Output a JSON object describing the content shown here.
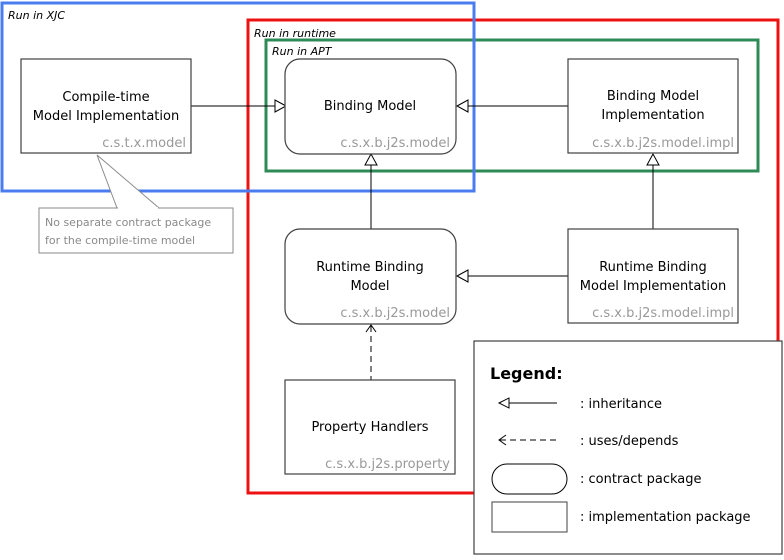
{
  "colors": {
    "xjc_region": "#4a7cf0",
    "runtime_region": "#ee1111",
    "apt_region": "#2e8b57",
    "box_border": "#404040",
    "package_text": "#999999",
    "note_text": "#8a8a8a"
  },
  "regions": {
    "xjc": {
      "label": "Run in XJC"
    },
    "runtime": {
      "label": "Run in runtime"
    },
    "apt": {
      "label": "Run in APT"
    }
  },
  "nodes": {
    "compile_time_impl": {
      "kind": "implementation",
      "title_lines": [
        "Compile-time",
        "Model Implementation"
      ],
      "package": "c.s.t.x.model"
    },
    "binding_model": {
      "kind": "contract",
      "title_lines": [
        "Binding Model"
      ],
      "package": "c.s.x.b.j2s.model"
    },
    "binding_model_impl": {
      "kind": "implementation",
      "title_lines": [
        "Binding Model",
        "Implementation"
      ],
      "package": "c.s.x.b.j2s.model.impl"
    },
    "runtime_binding_model": {
      "kind": "contract",
      "title_lines": [
        "Runtime Binding",
        "Model"
      ],
      "package": "c.s.x.b.j2s.model"
    },
    "runtime_binding_model_impl": {
      "kind": "implementation",
      "title_lines": [
        "Runtime Binding",
        "Model Implementation"
      ],
      "package": "c.s.x.b.j2s.model.impl"
    },
    "property_handlers": {
      "kind": "implementation",
      "title_lines": [
        "Property Handlers"
      ],
      "package": "c.s.x.b.j2s.property"
    }
  },
  "edges": [
    {
      "from": "compile_time_impl",
      "to": "binding_model",
      "type": "inheritance"
    },
    {
      "from": "binding_model_impl",
      "to": "binding_model",
      "type": "inheritance"
    },
    {
      "from": "runtime_binding_model",
      "to": "binding_model",
      "type": "inheritance"
    },
    {
      "from": "runtime_binding_model_impl",
      "to": "binding_model_impl",
      "type": "inheritance"
    },
    {
      "from": "runtime_binding_model_impl",
      "to": "runtime_binding_model",
      "type": "inheritance"
    },
    {
      "from": "property_handlers",
      "to": "runtime_binding_model",
      "type": "uses"
    }
  ],
  "note": {
    "lines": [
      "No separate contract package",
      "for the compile-time model"
    ],
    "attached_to": "compile_time_impl"
  },
  "legend": {
    "title": "Legend:",
    "items": [
      {
        "symbol": "inheritance-arrow",
        "label": ": inheritance"
      },
      {
        "symbol": "dashed-arrow",
        "label": ": uses/depends"
      },
      {
        "symbol": "rounded-box",
        "label": ": contract package"
      },
      {
        "symbol": "rect-box",
        "label": ": implementation package"
      }
    ]
  }
}
